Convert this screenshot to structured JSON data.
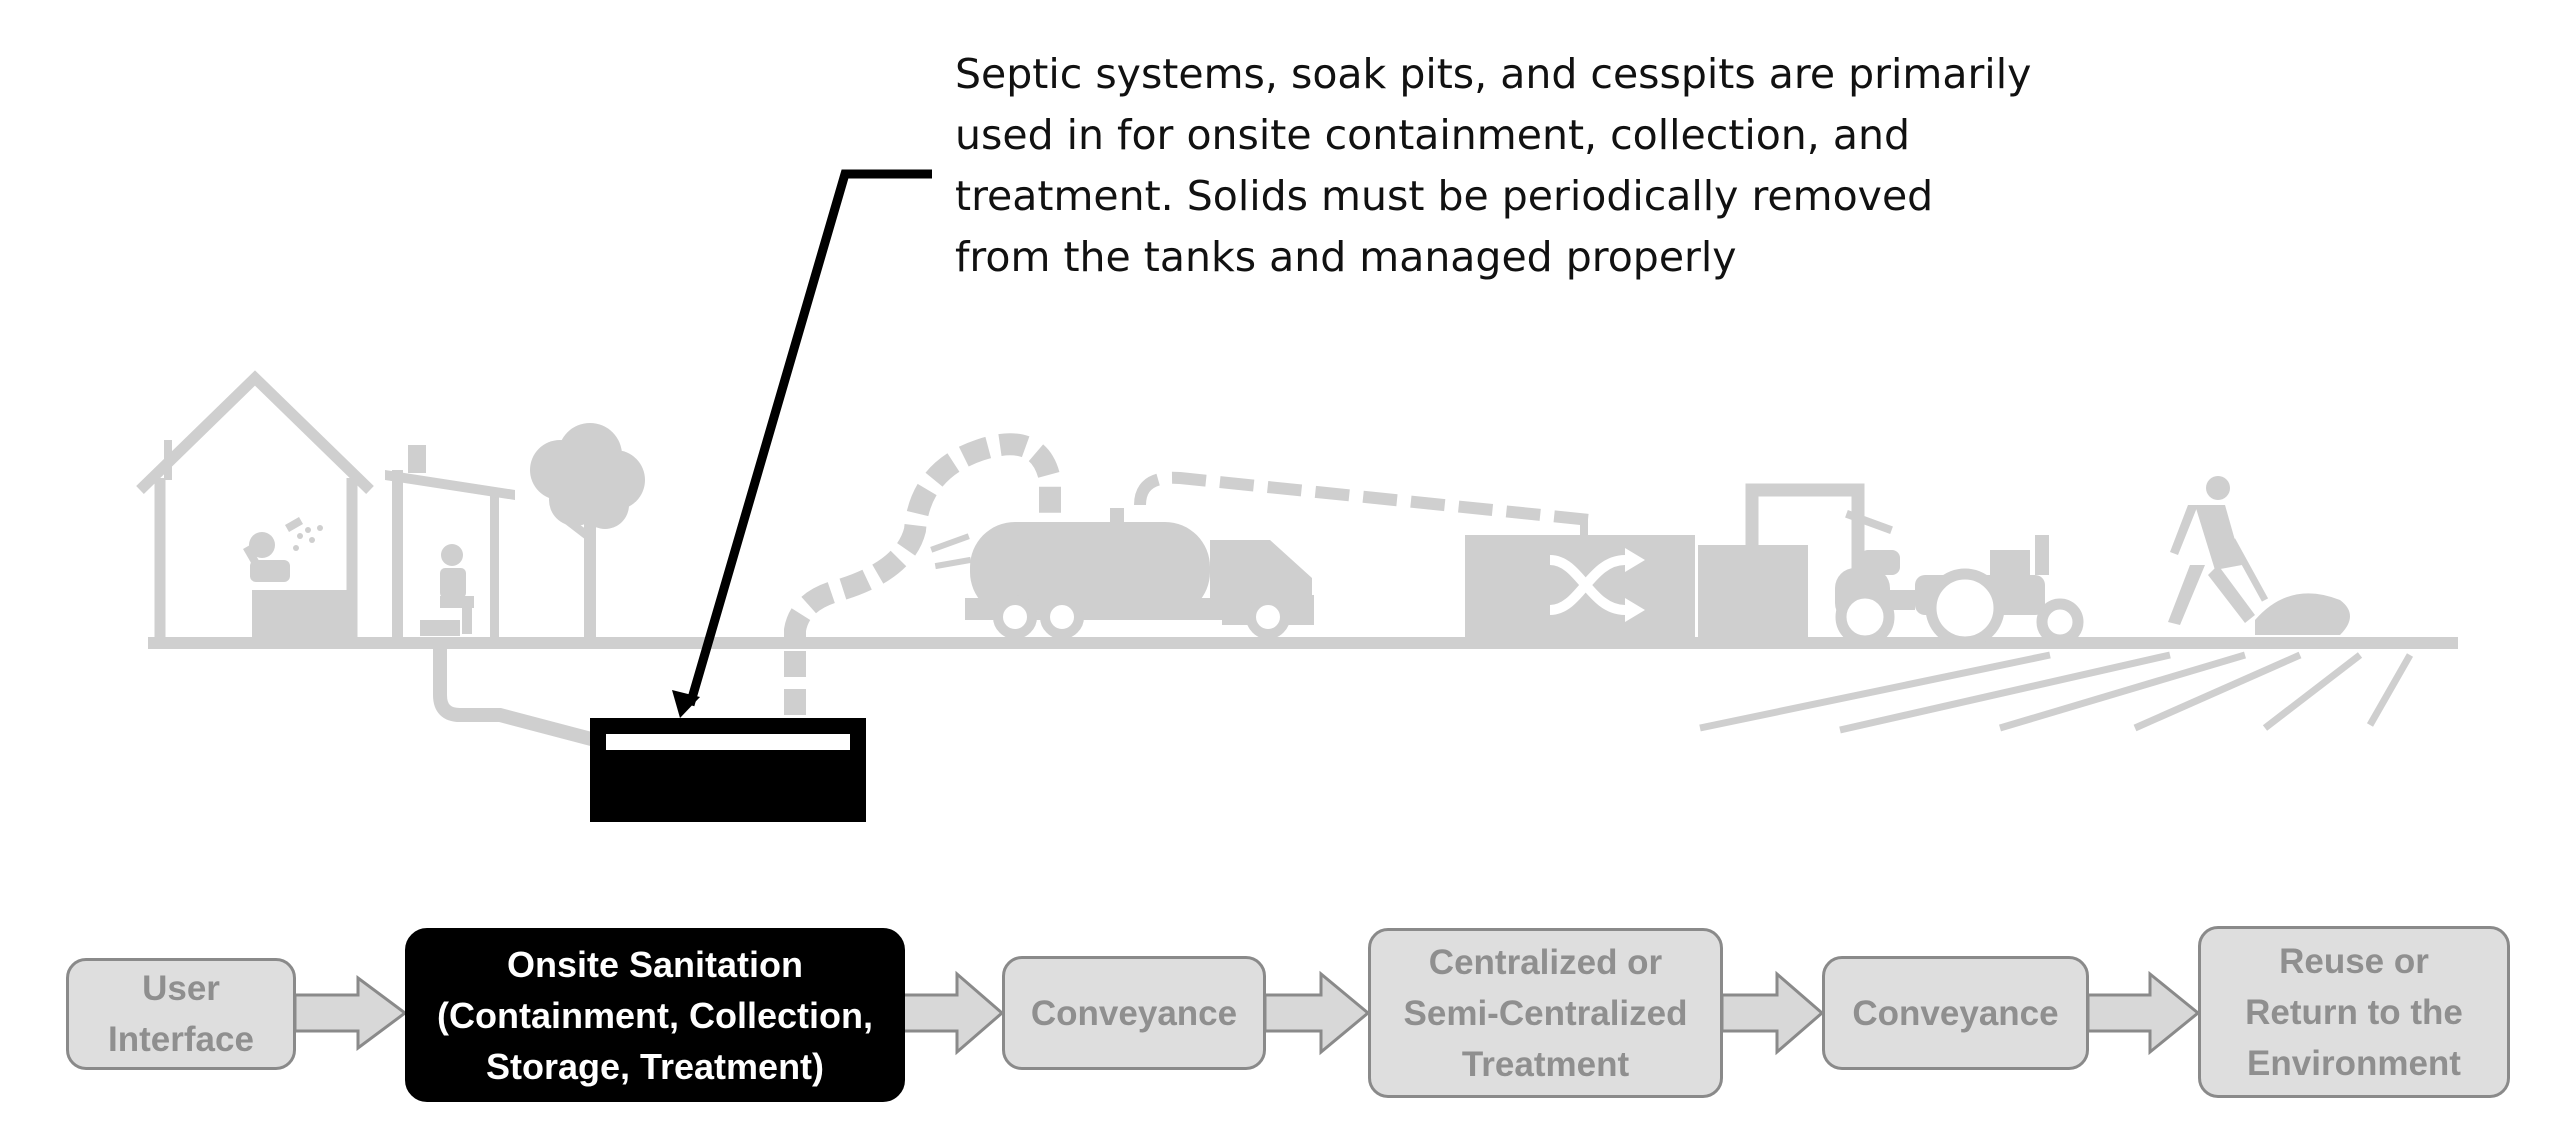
{
  "callout": {
    "lines": [
      "Septic systems, soak pits, and cesspits are primarily",
      "used in for onsite containment, collection, and",
      "treatment. Solids must be periodically removed",
      "from the tanks and managed properly"
    ]
  },
  "process_steps": [
    {
      "lines": [
        "User",
        "Interface"
      ],
      "highlighted": false
    },
    {
      "lines": [
        "Onsite Sanitation",
        "(Containment, Collection,",
        "Storage, Treatment)"
      ],
      "highlighted": true
    },
    {
      "lines": [
        "Conveyance"
      ],
      "highlighted": false
    },
    {
      "lines": [
        "Centralized or",
        "Semi-Centralized",
        "Treatment"
      ],
      "highlighted": false
    },
    {
      "lines": [
        "Conveyance"
      ],
      "highlighted": false
    },
    {
      "lines": [
        "Reuse or",
        "Return to the",
        "Environment"
      ],
      "highlighted": false
    }
  ],
  "colors": {
    "illustration_gray": "#cfcfcf",
    "step_fill": "#dedede",
    "step_border": "#8a8a8a",
    "step_text": "#8f8f8f",
    "highlight": "#000000"
  },
  "icons": [
    "house-icon",
    "shower-icon",
    "outhouse-icon",
    "tree-icon",
    "septic-tank-icon",
    "vacuum-hose-icon",
    "vacuum-truck-icon",
    "treatment-plant-icon",
    "tractor-icon",
    "farmer-icon",
    "field-furrows-icon"
  ]
}
